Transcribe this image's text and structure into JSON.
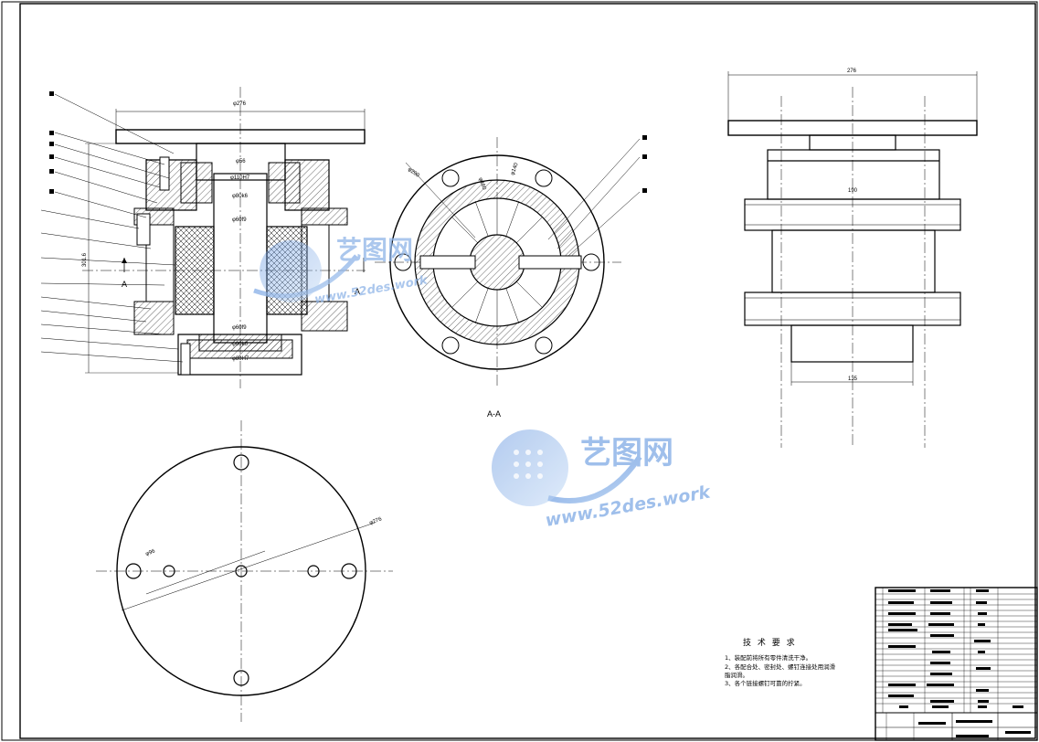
{
  "drawing": {
    "section_label": "A",
    "section_view_title": "A-A",
    "dims": {
      "front_top_dia": "φ276",
      "front_d1": "φ56",
      "front_d2": "φ110H7",
      "front_d3": "φ80k6",
      "front_d4": "φ60f9",
      "front_d5": "φ60f9",
      "front_d6": "φ60k6",
      "front_d7": "φ80H7",
      "front_height": "301.6",
      "section_d1": "φ200",
      "section_d2": "φ160",
      "section_d3": "φ140",
      "side_top": "276",
      "side_mid": "190",
      "side_bottom": "135",
      "bottom_dia": "φ276",
      "bottom_pcd": "φ96"
    },
    "tech_requirements": {
      "title": "技 术 要 求",
      "items": [
        "1、装配前将所有零件清洗干净。",
        "2、各配合处、密封处、螺钉连接处用润滑",
        "脂润滑。",
        "3、各个链接螺钉可靠的拧紧。"
      ]
    }
  },
  "watermark": {
    "name_cn": "艺图网",
    "url": "www.52des.work",
    "color": "#8fb5e8"
  }
}
